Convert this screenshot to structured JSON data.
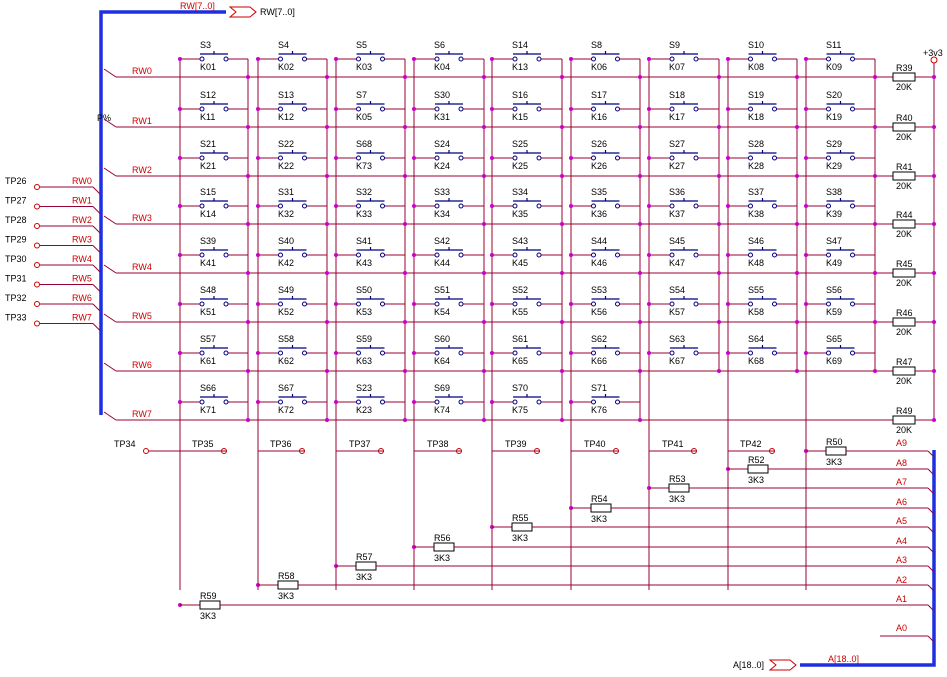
{
  "bus": {
    "rw_bus": "RW[7..0]",
    "rw_port": "RW[7..0]",
    "a_bus": "A[18..0]",
    "a_port": "A[18..0]"
  },
  "power": {
    "rail": "+3v3",
    "sheet_label": "P%"
  },
  "rows": [
    {
      "net": "RW0",
      "resistor": "R39",
      "value": "20K"
    },
    {
      "net": "RW1",
      "resistor": "R40",
      "value": "20K"
    },
    {
      "net": "RW2",
      "resistor": "R41",
      "value": "20K"
    },
    {
      "net": "RW3",
      "resistor": "R44",
      "value": "20K"
    },
    {
      "net": "RW4",
      "resistor": "R45",
      "value": "20K"
    },
    {
      "net": "RW5",
      "resistor": "R46",
      "value": "20K"
    },
    {
      "net": "RW6",
      "resistor": "R47",
      "value": "20K"
    },
    {
      "net": "RW7",
      "resistor": "R49",
      "value": "20K"
    }
  ],
  "switches": [
    [
      [
        "S3",
        "K01"
      ],
      [
        "S4",
        "K02"
      ],
      [
        "S5",
        "K03"
      ],
      [
        "S6",
        "K04"
      ],
      [
        "S14",
        "K13"
      ],
      [
        "S8",
        "K06"
      ],
      [
        "S9",
        "K07"
      ],
      [
        "S10",
        "K08"
      ],
      [
        "S11",
        "K09"
      ]
    ],
    [
      [
        "S12",
        "K11"
      ],
      [
        "S13",
        "K12"
      ],
      [
        "S7",
        "K05"
      ],
      [
        "S30",
        "K31"
      ],
      [
        "S16",
        "K15"
      ],
      [
        "S17",
        "K16"
      ],
      [
        "S18",
        "K17"
      ],
      [
        "S19",
        "K18"
      ],
      [
        "S20",
        "K19"
      ]
    ],
    [
      [
        "S21",
        "K21"
      ],
      [
        "S22",
        "K22"
      ],
      [
        "S68",
        "K73"
      ],
      [
        "S24",
        "K24"
      ],
      [
        "S25",
        "K25"
      ],
      [
        "S26",
        "K26"
      ],
      [
        "S27",
        "K27"
      ],
      [
        "S28",
        "K28"
      ],
      [
        "S29",
        "K29"
      ]
    ],
    [
      [
        "S15",
        "K14"
      ],
      [
        "S31",
        "K32"
      ],
      [
        "S32",
        "K33"
      ],
      [
        "S33",
        "K34"
      ],
      [
        "S34",
        "K35"
      ],
      [
        "S35",
        "K36"
      ],
      [
        "S36",
        "K37"
      ],
      [
        "S37",
        "K38"
      ],
      [
        "S38",
        "K39"
      ]
    ],
    [
      [
        "S39",
        "K41"
      ],
      [
        "S40",
        "K42"
      ],
      [
        "S41",
        "K43"
      ],
      [
        "S42",
        "K44"
      ],
      [
        "S43",
        "K45"
      ],
      [
        "S44",
        "K46"
      ],
      [
        "S45",
        "K47"
      ],
      [
        "S46",
        "K48"
      ],
      [
        "S47",
        "K49"
      ]
    ],
    [
      [
        "S48",
        "K51"
      ],
      [
        "S49",
        "K52"
      ],
      [
        "S50",
        "K53"
      ],
      [
        "S51",
        "K54"
      ],
      [
        "S52",
        "K55"
      ],
      [
        "S53",
        "K56"
      ],
      [
        "S54",
        "K57"
      ],
      [
        "S55",
        "K58"
      ],
      [
        "S56",
        "K59"
      ]
    ],
    [
      [
        "S57",
        "K61"
      ],
      [
        "S58",
        "K62"
      ],
      [
        "S59",
        "K63"
      ],
      [
        "S60",
        "K64"
      ],
      [
        "S61",
        "K65"
      ],
      [
        "S62",
        "K66"
      ],
      [
        "S63",
        "K67"
      ],
      [
        "S64",
        "K68"
      ],
      [
        "S65",
        "K69"
      ]
    ],
    [
      [
        "S66",
        "K71"
      ],
      [
        "S67",
        "K72"
      ],
      [
        "S23",
        "K23"
      ],
      [
        "S69",
        "K74"
      ],
      [
        "S70",
        "K75"
      ],
      [
        "S71",
        "K76"
      ],
      null,
      null,
      null
    ]
  ],
  "test_points_left": [
    {
      "tp": "TP26",
      "net": "RW0"
    },
    {
      "tp": "TP27",
      "net": "RW1"
    },
    {
      "tp": "TP28",
      "net": "RW2"
    },
    {
      "tp": "TP29",
      "net": "RW3"
    },
    {
      "tp": "TP30",
      "net": "RW4"
    },
    {
      "tp": "TP31",
      "net": "RW5"
    },
    {
      "tp": "TP32",
      "net": "RW6"
    },
    {
      "tp": "TP33",
      "net": "RW7"
    }
  ],
  "test_points_bottom": [
    "TP34",
    "TP35",
    "TP36",
    "TP37",
    "TP38",
    "TP39",
    "TP40",
    "TP41",
    "TP42"
  ],
  "column_resistors": [
    {
      "ref": "R59",
      "value": "3K3",
      "net": "A1"
    },
    {
      "ref": "R58",
      "value": "3K3",
      "net": "A2"
    },
    {
      "ref": "R57",
      "value": "3K3",
      "net": "A3"
    },
    {
      "ref": "R56",
      "value": "3K3",
      "net": "A4"
    },
    {
      "ref": "R55",
      "value": "3K3",
      "net": "A5"
    },
    {
      "ref": "R54",
      "value": "3K3",
      "net": "A6"
    },
    {
      "ref": "R53",
      "value": "3K3",
      "net": "A7"
    },
    {
      "ref": "R52",
      "value": "3K3",
      "net": "A8"
    },
    {
      "ref": "R50",
      "value": "3K3",
      "net": "A9"
    }
  ],
  "a_nets": [
    "A9",
    "A8",
    "A7",
    "A6",
    "A5",
    "A4",
    "A3",
    "A2",
    "A1",
    "A0"
  ]
}
